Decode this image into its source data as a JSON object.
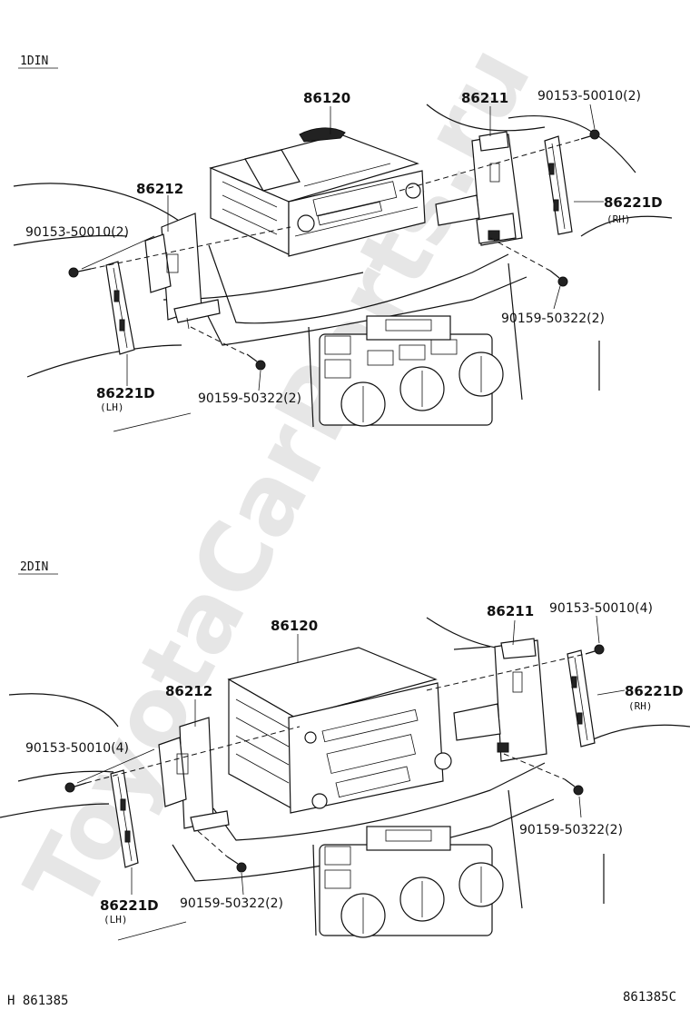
{
  "watermark": "ToyotaCarParts.ru",
  "section_1din": {
    "heading": "1DIN",
    "labels": {
      "audio_unit": "86120",
      "bracket_rh": "86211",
      "bracket_lh": "86212",
      "screw_upper_rh": "90153-50010(2)",
      "screw_upper_lh": "90153-50010(2)",
      "panel_rh": "86221D",
      "panel_rh_side": "(RH)",
      "panel_lh": "86221D",
      "panel_lh_side": "(LH)",
      "screw_lower_rh": "90159-50322(2)",
      "screw_lower_lh": "90159-50322(2)"
    }
  },
  "section_2din": {
    "heading": "2DIN",
    "labels": {
      "audio_unit": "86120",
      "bracket_rh": "86211",
      "bracket_lh": "86212",
      "screw_upper_rh": "90153-50010(4)",
      "screw_upper_lh": "90153-50010(4)",
      "panel_rh": "86221D",
      "panel_rh_side": "(RH)",
      "panel_lh": "86221D",
      "panel_lh_side": "(LH)",
      "screw_lower_rh": "90159-50322(2)",
      "screw_lower_lh": "90159-50322(2)"
    }
  },
  "footer": {
    "left_code": "H 861385",
    "right_code": "861385C"
  }
}
